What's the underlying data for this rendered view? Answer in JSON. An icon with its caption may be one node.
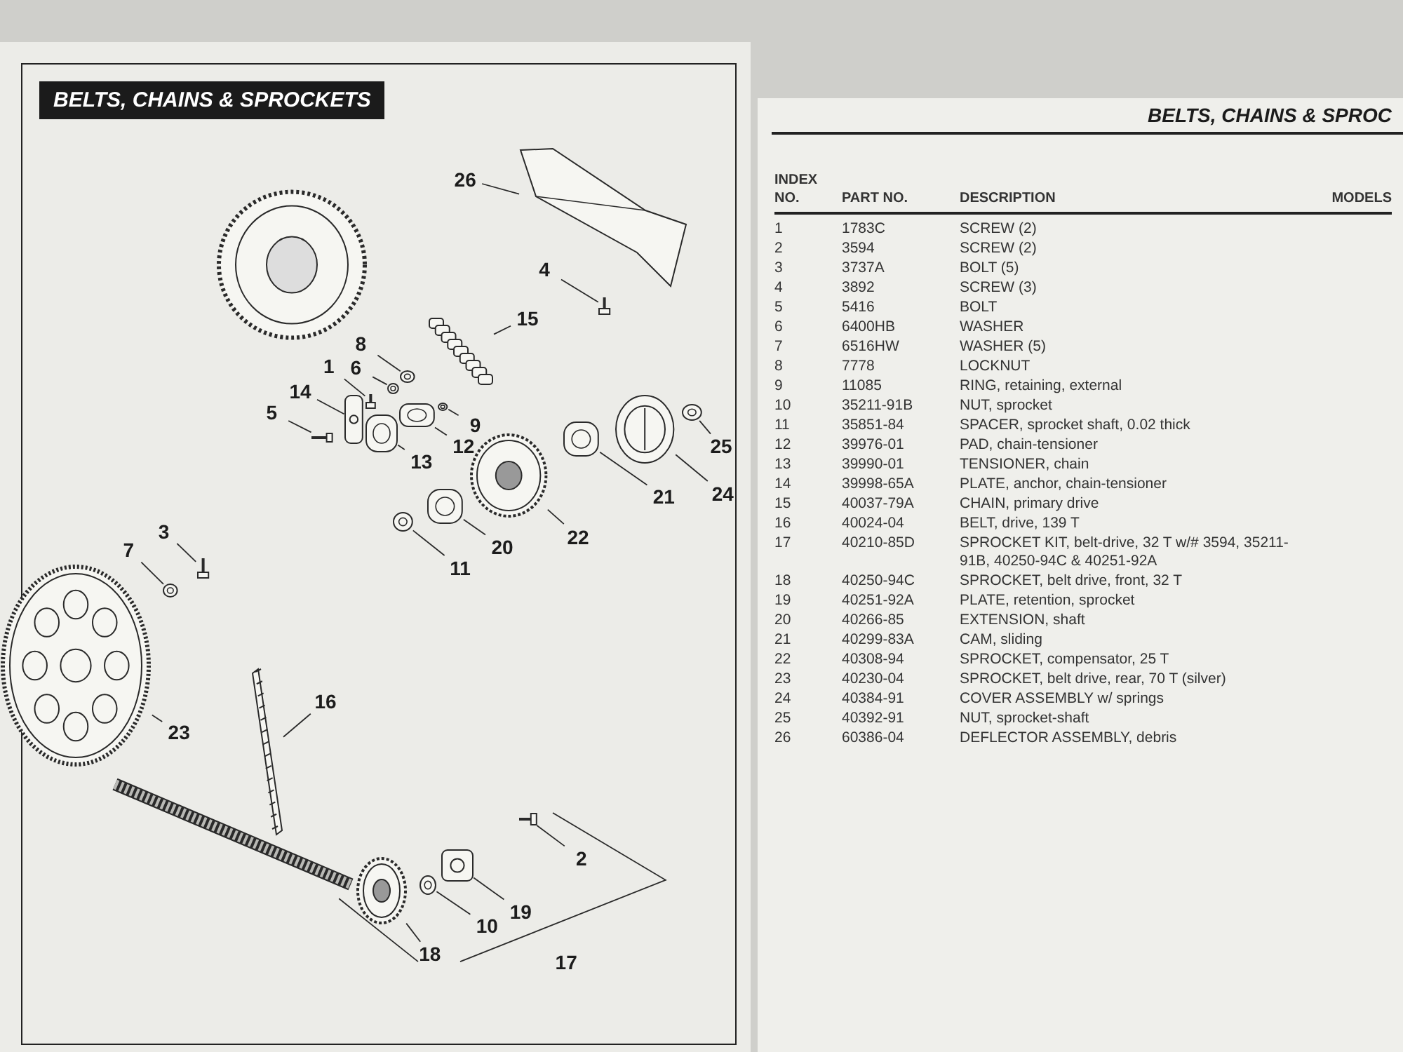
{
  "diagram": {
    "title": "BELTS, CHAINS & SPROCKETS",
    "nodes": [
      {
        "text": [
          "26"
        ]
      },
      {
        "text": [],
        "shape": "picture"
      },
      {
        "text": [
          "4"
        ]
      },
      {
        "text": [],
        "shape": "picture"
      },
      {
        "text": [
          "15"
        ]
      },
      {
        "text": [],
        "shape": "picture"
      },
      {
        "text": [
          "8"
        ]
      },
      {
        "text": [],
        "shape": "picture"
      },
      {
        "text": [
          "6"
        ]
      },
      {
        "text": [],
        "shape": "picture"
      },
      {
        "text": [
          "1"
        ]
      },
      {
        "text": [],
        "shape": "picture"
      },
      {
        "text": [
          "14"
        ]
      },
      {
        "text": [],
        "shape": "picture"
      },
      {
        "text": [
          "5"
        ]
      },
      {
        "text": [],
        "shape": "picture"
      },
      {
        "text": [
          "9"
        ]
      },
      {
        "text": [],
        "shape": "picture"
      },
      {
        "text": [
          "12"
        ]
      },
      {
        "text": [],
        "shape": "picture"
      },
      {
        "text": [
          "13"
        ]
      },
      {
        "text": [],
        "shape": "picture"
      },
      {
        "text": [
          "25"
        ]
      },
      {
        "text": [],
        "shape": "picture"
      },
      {
        "text": [
          "24"
        ]
      },
      {
        "text": [],
        "shape": "picture"
      },
      {
        "text": [
          "21"
        ]
      },
      {
        "text": [],
        "shape": "picture"
      },
      {
        "text": [
          "22"
        ]
      },
      {
        "text": [],
        "shape": "picture"
      },
      {
        "text": [
          "20"
        ]
      },
      {
        "text": [],
        "shape": "picture"
      },
      {
        "text": [
          "11"
        ]
      },
      {
        "text": [],
        "shape": "picture"
      },
      {
        "text": [
          "3"
        ]
      },
      {
        "text": [],
        "shape": "picture"
      },
      {
        "text": [
          "7"
        ]
      },
      {
        "text": [],
        "shape": "picture"
      },
      {
        "text": [
          "23"
        ]
      },
      {
        "text": [],
        "shape": "picture"
      },
      {
        "text": [
          "16"
        ]
      },
      {
        "text": [],
        "shape": "picture"
      },
      {
        "text": [
          "2"
        ]
      },
      {
        "text": [],
        "shape": "picture"
      },
      {
        "text": [
          "19"
        ]
      },
      {
        "text": [],
        "shape": "picture"
      },
      {
        "text": [
          "10"
        ]
      },
      {
        "text": [],
        "shape": "picture"
      },
      {
        "text": [
          "18"
        ]
      },
      {
        "text": [],
        "shape": "picture"
      }
    ],
    "edges": [
      {
        "from": 0,
        "to": 1,
        "arrow": "none"
      },
      {
        "from": 2,
        "to": 3,
        "arrow": "none"
      },
      {
        "from": 4,
        "to": 5,
        "arrow": "none"
      },
      {
        "from": 6,
        "to": 7,
        "arrow": "none"
      },
      {
        "from": 8,
        "to": 9,
        "arrow": "none"
      },
      {
        "from": 10,
        "to": 11,
        "arrow": "none"
      },
      {
        "from": 12,
        "to": 13,
        "arrow": "none"
      },
      {
        "from": 14,
        "to": 15,
        "arrow": "none"
      },
      {
        "from": 16,
        "to": 17,
        "arrow": "none"
      },
      {
        "from": 18,
        "to": 19,
        "arrow": "none"
      },
      {
        "from": 20,
        "to": 21,
        "arrow": "none"
      },
      {
        "from": 22,
        "to": 23,
        "arrow": "none"
      },
      {
        "from": 24,
        "to": 25,
        "arrow": "none"
      },
      {
        "from": 26,
        "to": 27,
        "arrow": "none"
      },
      {
        "from": 28,
        "to": 29,
        "arrow": "none"
      },
      {
        "from": 30,
        "to": 31,
        "arrow": "none"
      },
      {
        "from": 32,
        "to": 33,
        "arrow": "none"
      },
      {
        "from": 34,
        "to": 35,
        "arrow": "none"
      },
      {
        "from": 36,
        "to": 37,
        "arrow": "none"
      },
      {
        "from": 38,
        "to": 39,
        "arrow": "none"
      },
      {
        "from": 40,
        "to": 41,
        "arrow": "none"
      },
      {
        "from": 42,
        "to": 43,
        "arrow": "none"
      },
      {
        "from": 44,
        "to": 45,
        "arrow": "none"
      },
      {
        "from": 46,
        "to": 47,
        "arrow": "none"
      },
      {
        "from": 48,
        "to": 49,
        "arrow": "none"
      }
    ],
    "labels": [
      "17",
      "BELTS, CHAINS & SPROC",
      "INDEX NO.",
      "PART NO.",
      "DESCRIPTION",
      "MODELS",
      "1",
      "1783C",
      "SCREW (2)",
      "2",
      "3594",
      "SCREW (2)",
      "3",
      "3737A",
      "BOLT (5)",
      "4",
      "3892",
      "SCREW (3)",
      "5",
      "5416",
      "BOLT",
      "6",
      "6400HB",
      "WASHER",
      "7",
      "6516HW",
      "WASHER (5)",
      "8",
      "7778",
      "LOCKNUT",
      "9",
      "11085",
      "RING, retaining, external",
      "10",
      "35211-91B",
      "NUT, sprocket",
      "11",
      "35851-84",
      "SPACER, sprocket shaft, 0.02 thick",
      "12",
      "39976-01",
      "PAD, chain-tensioner",
      "13",
      "39990-01",
      "TENSIONER, chain",
      "14",
      "39998-65A",
      "PLATE, anchor, chain-tensioner",
      "15",
      "40037-79A",
      "CHAIN, primary drive",
      "16",
      "40024-04",
      "BELT, drive, 139 T",
      "17",
      "40210-85D",
      "SPROCKET KIT, belt-drive, 32 T w/# 3594, 35211-91B, 40250-94C & 40251-92A",
      "18",
      "40250-94C",
      "SPROCKET, belt drive, front, 32 T",
      "19",
      "40251-92A",
      "PLATE, retention, sprocket",
      "20",
      "40266-85",
      "EXTENSION, shaft",
      "21",
      "40299-83A",
      "CAM, sliding",
      "22",
      "40308-94",
      "SPROCKET, compensator, 25 T",
      "23",
      "40230-04",
      "SPROCKET, belt drive, rear, 70 T (silver)",
      "24",
      "40384-91",
      "COVER ASSEMBLY w/ springs",
      "25",
      "40392-91",
      "NUT, sprocket-shaft",
      "26",
      "60386-04",
      "DEFLECTOR ASSEMBLY, debris"
    ]
  }
}
